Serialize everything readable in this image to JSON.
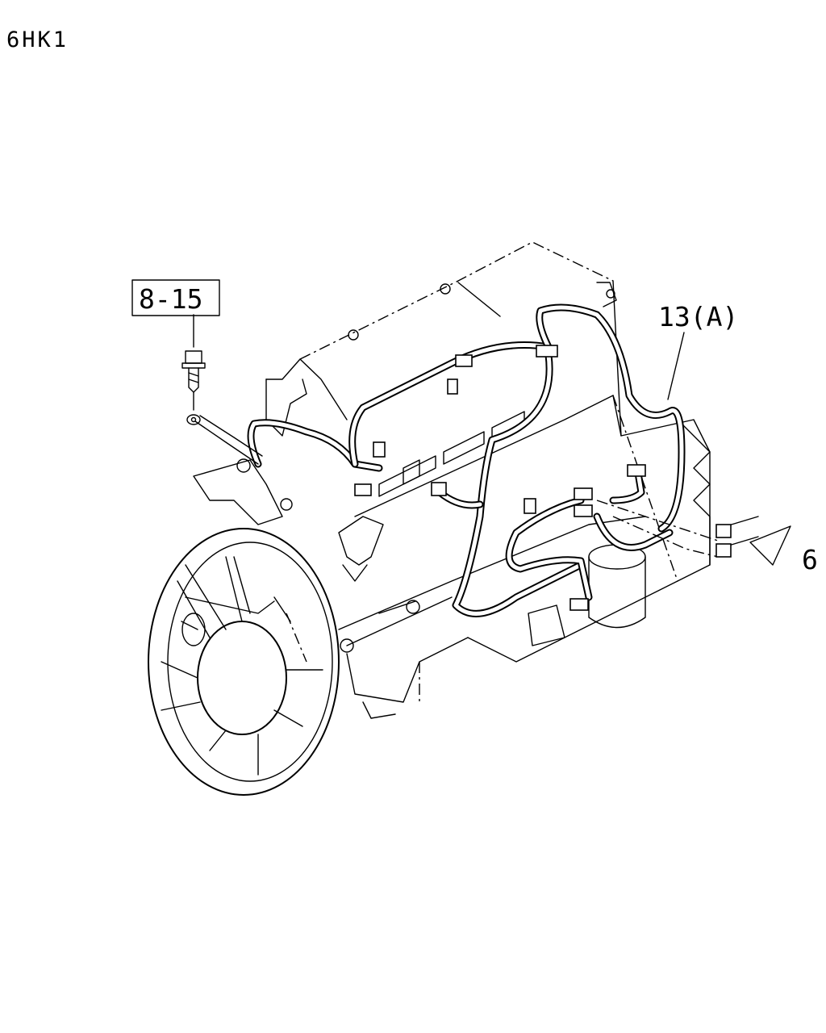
{
  "header": {
    "model_code": "6HK1"
  },
  "callouts": {
    "bolt_ref": "8-15",
    "harness_ref": "13(A)",
    "view_ref": "6"
  },
  "colors": {
    "line": "#000000",
    "background": "#ffffff"
  }
}
